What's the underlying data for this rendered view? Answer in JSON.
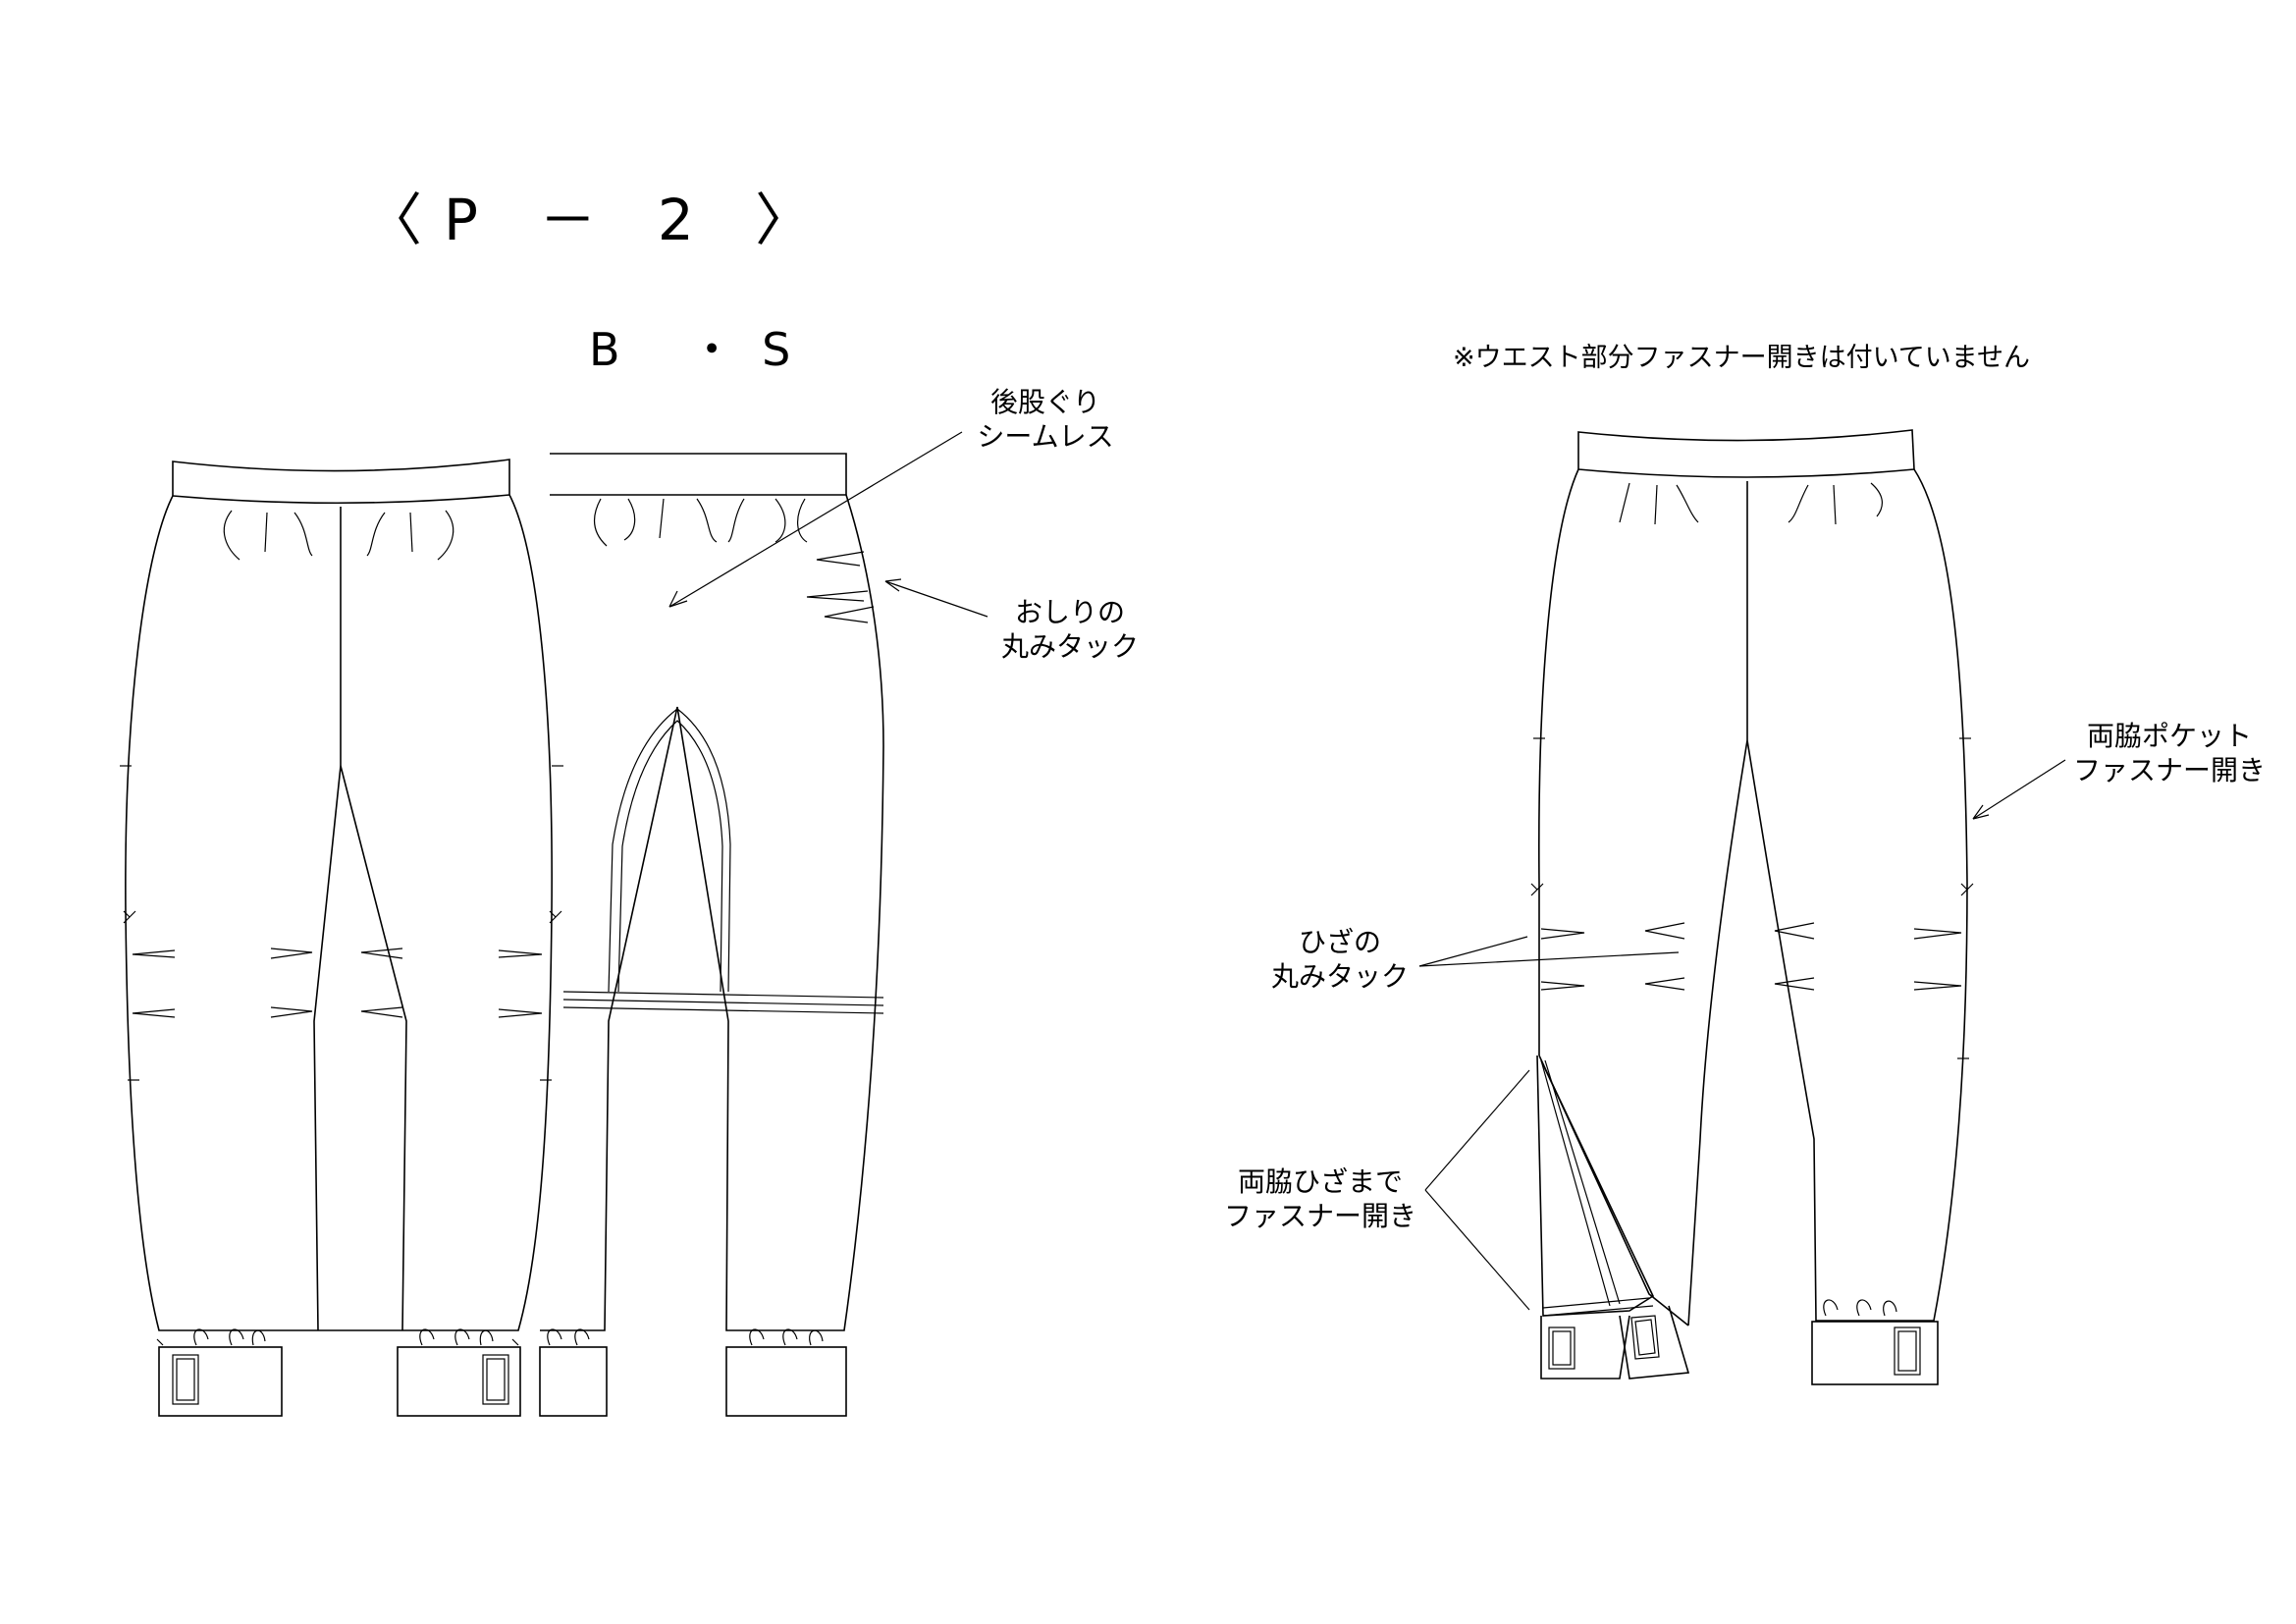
{
  "title": "〈P － 2 〉",
  "size_label": "B ・S",
  "note": "※ウエスト部分ファスナー開きは付いていません",
  "annotations": {
    "back_rise": {
      "line1": "後股ぐり",
      "line2": "シームレス"
    },
    "hip_tuck": {
      "line1": "おしりの",
      "line2": "丸みタック"
    },
    "side_pocket": {
      "line1": "両脇ポケット",
      "line2": "ファスナー開き"
    },
    "knee_tuck": {
      "line1": "ひざの",
      "line2": "丸みタック"
    },
    "knee_zip": {
      "line1": "両脇ひざまで",
      "line2": "ファスナー開き"
    }
  },
  "views": [
    "front-view",
    "back-view",
    "front-open-view"
  ]
}
